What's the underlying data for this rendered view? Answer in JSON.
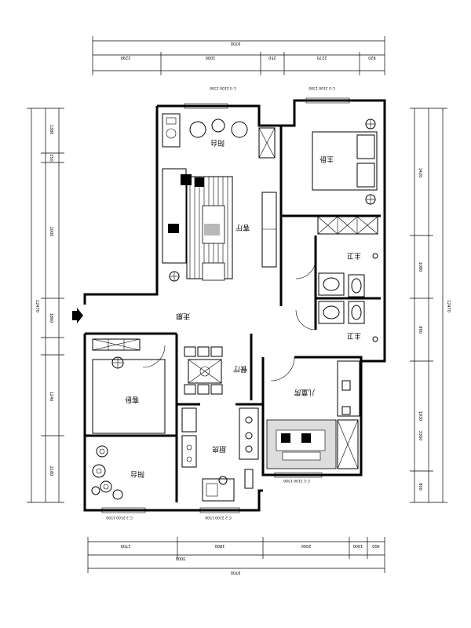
{
  "rooms": {
    "balcony_top": "阳台",
    "master_bedroom": "主卧",
    "living_room": "客厅",
    "corridor": "走廊",
    "bath_upper": "主卫",
    "bath_lower": "主卫",
    "dining": "餐厅",
    "kids_room": "儿童房",
    "bedroom": "客卧",
    "kitchen": "厨房",
    "balcony_bottom": "阳台"
  },
  "dimensions": {
    "top_total": "9700",
    "top_segments": [
      "2290",
      "1000",
      "250",
      "2270",
      "920"
    ],
    "left_total": "12470",
    "left_segments": [
      "1380",
      "250",
      "1000",
      "1860",
      "1240",
      "2180"
    ],
    "right_total": "12470",
    "right_segments": [
      "1420",
      "1080",
      "990",
      "1930",
      "3360",
      "800"
    ],
    "bottom_total": "9700",
    "bottom_segments": [
      "1700",
      "1800",
      "2000",
      "1000",
      "400"
    ],
    "bottom_total_2": "3000"
  },
  "window_labels": {
    "top_left_window": "C-3\n2100\n1500",
    "top_right_window": "C-2\n2100\n1500",
    "bottom_left_window": "C-3\n2100\n1500",
    "bottom_mid_window": "C-2\n2100\n1500",
    "bottom_right_window": "C-1\n2100\n1500"
  }
}
